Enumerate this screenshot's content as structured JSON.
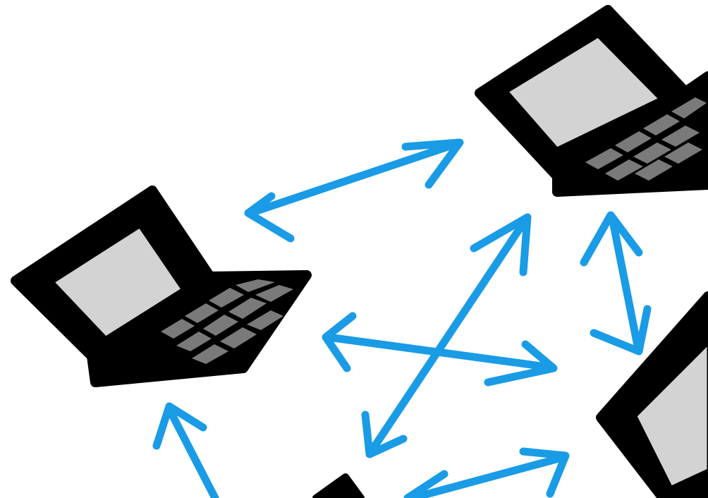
{
  "diagram": {
    "kind": "peer-to-peer network sketch",
    "node_icon": "laptop-icon",
    "connector_icon": "double-headed-arrow-icon",
    "nodes": [
      {
        "id": "laptop-left"
      },
      {
        "id": "laptop-top-right"
      },
      {
        "id": "laptop-bottom-right"
      },
      {
        "id": "laptop-bottom-center"
      }
    ],
    "connections": [
      {
        "from": "laptop-left",
        "to": "laptop-top-right"
      },
      {
        "from": "laptop-left",
        "to": "laptop-bottom-right"
      },
      {
        "from": "laptop-top-right",
        "to": "laptop-bottom-center"
      },
      {
        "from": "laptop-top-right",
        "to": "laptop-bottom-right"
      },
      {
        "from": "laptop-left",
        "to": "laptop-bottom-center"
      },
      {
        "from": "laptop-bottom-center",
        "to": "laptop-bottom-right"
      }
    ]
  },
  "colors": {
    "arrow": "#1a9be6",
    "outline": "#000000",
    "screen": "#d3d3d3",
    "keys": "#7a7a7a",
    "background": "#ffffff"
  }
}
